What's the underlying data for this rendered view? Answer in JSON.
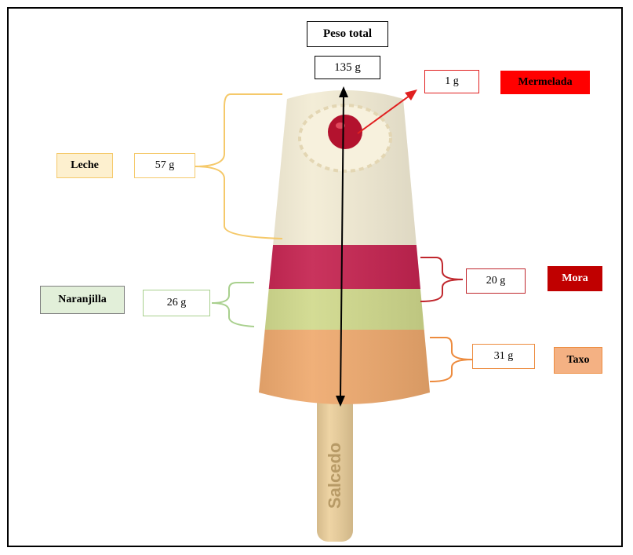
{
  "diagram": {
    "total": {
      "label": "Peso total",
      "value": "135 g"
    },
    "stick_brand": "Salcedo",
    "layers": [
      {
        "key": "mermelada",
        "name": "Mermelada",
        "value": "1 g",
        "color": "#e02020",
        "label_bg": "#ff0000",
        "label_fg": "#000000"
      },
      {
        "key": "leche",
        "name": "Leche",
        "value": "57 g",
        "color": "#f5c96a",
        "label_bg": "#fdf0cf",
        "label_fg": "#000000"
      },
      {
        "key": "mora",
        "name": "Mora",
        "value": "20 g",
        "color": "#c0272d",
        "label_bg": "#c00000",
        "label_fg": "#ffffff"
      },
      {
        "key": "naranjilla",
        "name": "Naranjilla",
        "value": "26 g",
        "color": "#a9d08e",
        "label_bg": "#e2efd9",
        "label_fg": "#000000"
      },
      {
        "key": "taxo",
        "name": "Taxo",
        "value": "31 g",
        "color": "#ed8b3e",
        "label_bg": "#f4b183",
        "label_fg": "#000000"
      }
    ]
  }
}
